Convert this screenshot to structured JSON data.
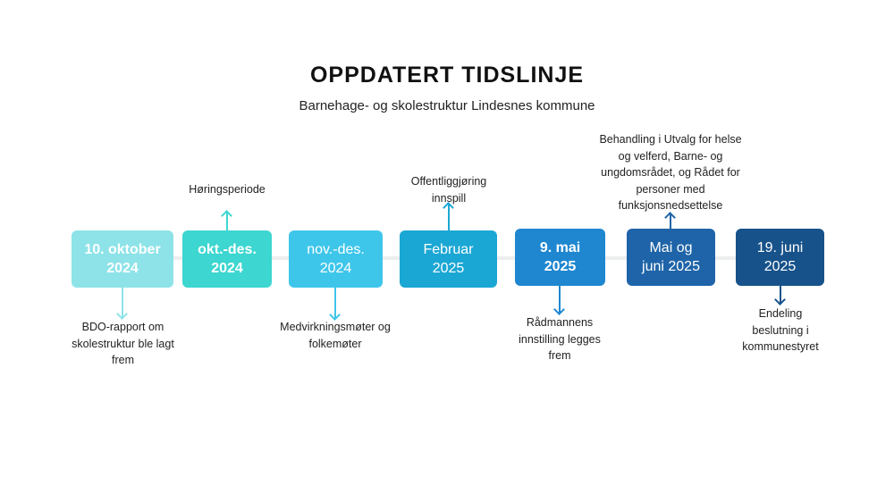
{
  "title": "OPPDATERT TIDSLINJE",
  "subtitle": "Barnehage- og skolestruktur Lindesnes kommune",
  "milestones": [
    {
      "date_line1": "10. oktober",
      "date_line2": "2024",
      "note": "BDO-rapport om skolestruktur ble lagt frem",
      "direction": "down",
      "color": "#8de3e8"
    },
    {
      "date_line1": "okt.-des.",
      "date_line2": "2024",
      "note": "Høringsperiode",
      "direction": "up",
      "color": "#3dd6d0"
    },
    {
      "date_line1": "nov.-des.",
      "date_line2": "2024",
      "note": "Medvirkningsmøter og folkemøter",
      "direction": "down",
      "color": "#3ec6ea"
    },
    {
      "date_line1": "Februar",
      "date_line2": "2025",
      "note": "Offentliggjøring innspill",
      "direction": "up",
      "color": "#1ba7d4"
    },
    {
      "date_line1": "9. mai",
      "date_line2": "2025",
      "note": "Rådmannens innstilling legges frem",
      "direction": "down",
      "color": "#1f87d0"
    },
    {
      "date_line1": "Mai og",
      "date_line2": "juni 2025",
      "note": "Behandling i Utvalg for helse og velferd, Barne- og ungdomsrådet, og Rådet for personer med funksjonsnedsettelse",
      "direction": "up",
      "color": "#1f64a8"
    },
    {
      "date_line1": "19. juni",
      "date_line2": "2025",
      "note": "Endeling beslutning i kommunestyret",
      "direction": "down",
      "color": "#17528a"
    }
  ]
}
